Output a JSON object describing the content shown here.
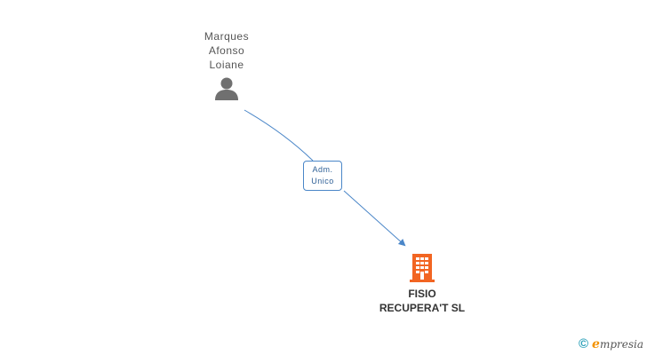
{
  "person": {
    "name_lines": [
      "Marques",
      "Afonso",
      "Loiane"
    ],
    "icon": "person-icon"
  },
  "company": {
    "name_lines": [
      "FISIO",
      "RECUPERA'T SL"
    ],
    "icon": "building-icon",
    "icon_color": "#f26522"
  },
  "edge": {
    "role_lines": [
      "Adm.",
      "Unico"
    ],
    "color": "#4a86c8"
  },
  "watermark": {
    "copyright_symbol": "©",
    "brand_first": "e",
    "brand_rest": "mpresia"
  }
}
